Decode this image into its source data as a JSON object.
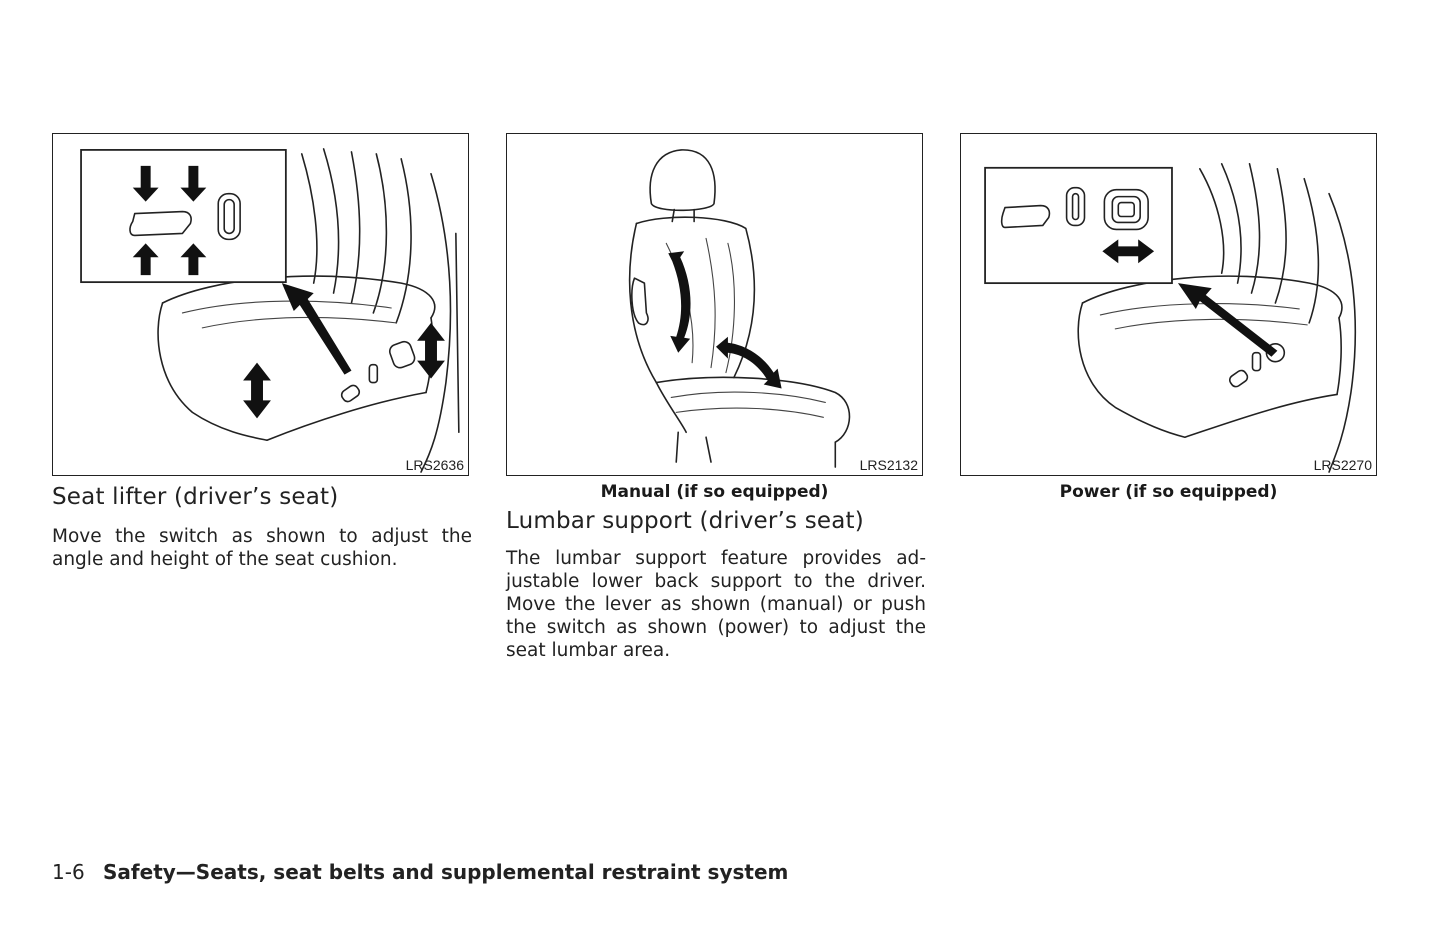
{
  "figures": [
    {
      "code": "LRS2636",
      "caption": ""
    },
    {
      "code": "LRS2132",
      "caption": "Manual (if so equipped)"
    },
    {
      "code": "LRS2270",
      "caption": "Power (if so equipped)"
    }
  ],
  "sections": [
    {
      "heading": "Seat lifter (driver’s seat)",
      "body": "Move the switch as shown to adjust the angle and height of the seat cushion."
    },
    {
      "heading": "Lumbar support (driver’s seat)",
      "body": "The lumbar support feature provides ad­justable lower back support to the driver. Move the lever as shown (manual) or push the switch as shown (power) to adjust the seat lumbar area."
    }
  ],
  "footer": {
    "page": "1-6",
    "section": "Safety—Seats, seat belts and supplemental restraint system"
  }
}
